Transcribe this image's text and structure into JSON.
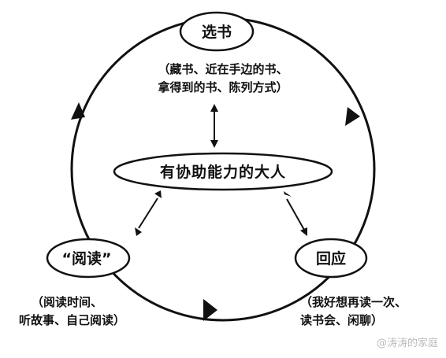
{
  "diagram": {
    "nodes": {
      "select": {
        "label": "选书"
      },
      "read": {
        "label": "“阅读”"
      },
      "respond": {
        "label": "回应"
      },
      "adult": {
        "label": "有协助能力的大人"
      }
    },
    "notes": {
      "select": [
        "（藏书、近在手边的书、",
        "拿得到的书、陈列方式）"
      ],
      "read": [
        "（阅读时间、",
        "听故事、自己阅读）"
      ],
      "respond": [
        "（我好想再读一次、",
        "读书会、闲聊）"
      ]
    }
  },
  "watermark": "@涛涛的家庭",
  "colors": {
    "stroke": "#111111",
    "background": "#ffffff",
    "watermark": "#bcbcbc"
  }
}
